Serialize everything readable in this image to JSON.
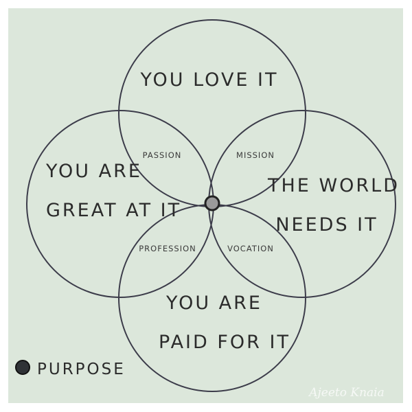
{
  "circles": {
    "top": {
      "line1": "YOU LOVE IT"
    },
    "left": {
      "line1": "YOU ARE",
      "line2": "GREAT AT IT"
    },
    "right": {
      "line1": "THE WORLD",
      "line2": "NEEDS IT"
    },
    "bottom": {
      "line1": "YOU ARE",
      "line2": "PAID FOR IT"
    }
  },
  "overlaps": {
    "passion": "PASSION",
    "mission": "MISSION",
    "profession": "PROFESSION",
    "vocation": "VOCATION"
  },
  "legend": {
    "label": "PURPOSE"
  },
  "signature": "Ajeeto Knaia",
  "colors": {
    "background": "#dce7db",
    "line": "#3c3c4a",
    "center_dot_fill": "#9a9a9a",
    "legend_dot_fill": "#2f3236"
  }
}
